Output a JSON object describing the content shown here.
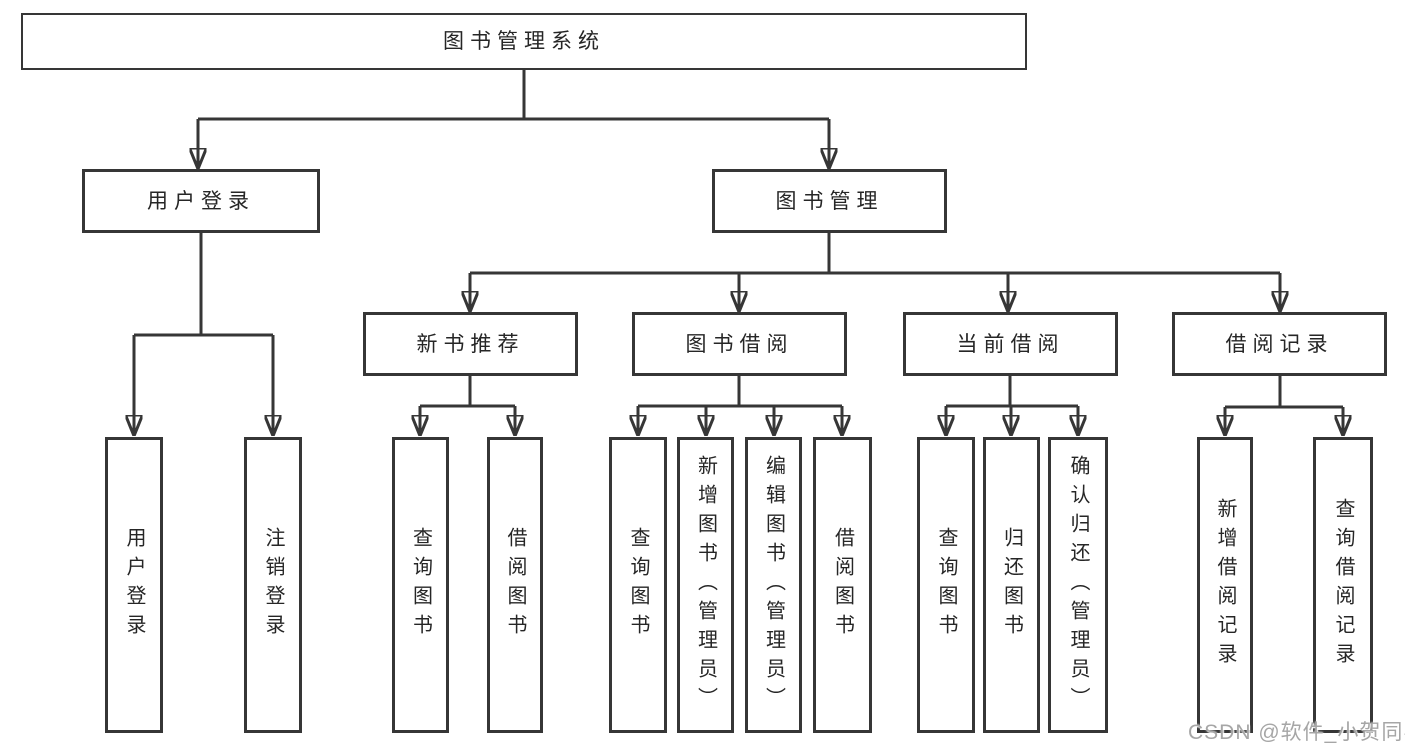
{
  "diagram": {
    "title": "图书管理系统",
    "branches": {
      "login": {
        "label": "用户登录",
        "children": [
          "用户登录",
          "注销登录"
        ]
      },
      "management": {
        "label": "图书管理",
        "sections": {
          "recommend": {
            "label": "新书推荐",
            "children": [
              "查询图书",
              "借阅图书"
            ]
          },
          "borrow": {
            "label": "图书借阅",
            "children": [
              "查询图书",
              "新增图书（管理员）",
              "编辑图书（管理员）",
              "借阅图书"
            ]
          },
          "current": {
            "label": "当前借阅",
            "children": [
              "查询图书",
              "归还图书",
              "确认归还（管理员）"
            ]
          },
          "records": {
            "label": "借阅记录",
            "children": [
              "新增借阅记录",
              "查询借阅记录"
            ]
          }
        }
      }
    }
  },
  "watermark": {
    "text": "CSDN @软件_小贺同学"
  },
  "colors": {
    "line": "#363636",
    "border": "#363636",
    "text": "#262626",
    "watermark": "#a6a6a6"
  }
}
